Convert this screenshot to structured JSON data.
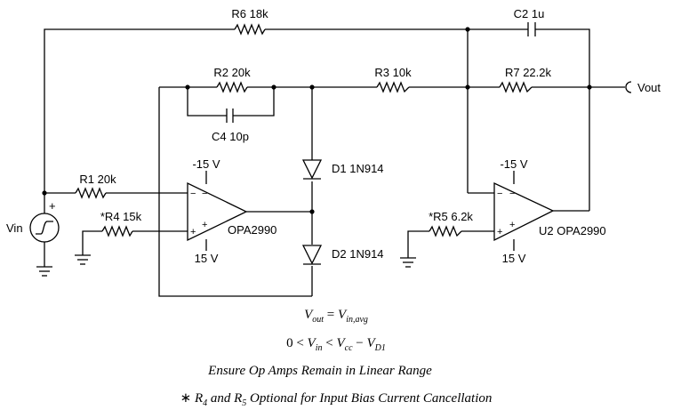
{
  "components": {
    "r6": "R6 18k",
    "c2": "C2 1u",
    "r2": "R2 20k",
    "r3": "R3 10k",
    "r7": "R7 22.2k",
    "c4": "C4 10p",
    "d1": "D1 1N914",
    "d2": "D2 1N914",
    "r1": "R1 20k",
    "r4": "*R4 15k",
    "r5": "*R5 6.2k",
    "u1": "OPA2990",
    "u2": "U2 OPA2990",
    "u1_neg_supply": "-15 V",
    "u1_pos_supply": "15 V",
    "u2_neg_supply": "-15 V",
    "u2_pos_supply": "15 V"
  },
  "ports": {
    "vin": "Vin",
    "vout": "Vout"
  },
  "equations": {
    "vout_base": "V",
    "vout_sub": "out",
    "eq_sign": " = ",
    "vin_base": "V",
    "vin_sub": "in,avg",
    "range_zero": "0 < ",
    "range_v1": "V",
    "range_v1_sub": "in",
    "range_lt": " < ",
    "range_v2": "V",
    "range_v2_sub": "cc",
    "range_minus": " − ",
    "range_v3": "V",
    "range_v3_sub": "D1",
    "note1": "Ensure Op Amps Remain in Linear Range",
    "note2_star": "∗ ",
    "note2_r4": "R",
    "note2_r4_sub": "4",
    "note2_and": " and ",
    "note2_r5": "R",
    "note2_r5_sub": "5",
    "note2_rest": " Optional for Input Bias Current Cancellation"
  }
}
